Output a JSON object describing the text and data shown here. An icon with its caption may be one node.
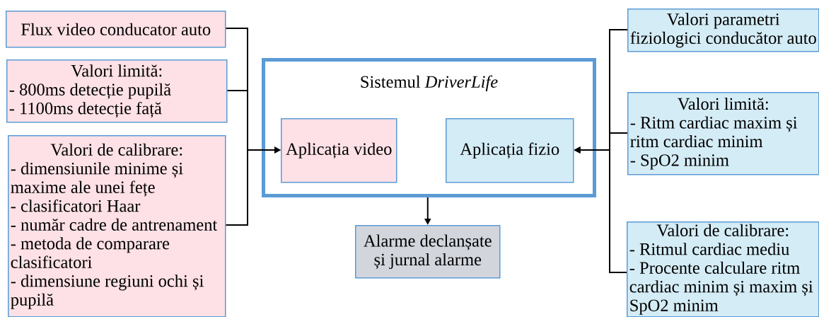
{
  "diagram": {
    "nodes": [
      {
        "text": [
          "Flux video conducator auto"
        ]
      },
      {
        "text": [
          "Valori limită:",
          "- 800ms detecție pupilă",
          "- 1100ms detecție față"
        ]
      },
      {
        "text": [
          "Valori de calibrare:",
          "- dimensiunile minime și maxime ale unei fețe",
          "- clasificatori Haar",
          "- număr cadre de antrenament",
          "- metoda de comparare clasificatori",
          "- dimensiune regiuni ochi și pupilă"
        ]
      },
      {
        "text": [
          "Sistemul *DriverLife*"
        ]
      },
      {
        "text": [
          "Aplicația  video"
        ],
        "in": 3
      },
      {
        "text": [
          "Aplicația  fizio"
        ],
        "in": 3
      },
      {
        "text": [
          "Alarme declanșate și jurnal alarme"
        ]
      },
      {
        "text": [
          "Valori parametri fiziologici conducător auto"
        ]
      },
      {
        "text": [
          "Valori  limită:",
          "- Ritm cardiac maxim și ritm cardiac minim",
          "- SpO2 minim"
        ]
      },
      {
        "text": [
          "Valori  de calibrare:",
          "- Ritmul cardiac mediu",
          "- Procente calculare ritm cardiac minim și maxim și SpO2 minim"
        ]
      }
    ],
    "edges": [
      {
        "from": 0,
        "to": 4,
        "arrow": "to"
      },
      {
        "from": 1,
        "to": 4,
        "arrow": "to"
      },
      {
        "from": 2,
        "to": 4,
        "arrow": "to"
      },
      {
        "from": 7,
        "to": 5,
        "arrow": "to"
      },
      {
        "from": 8,
        "to": 5,
        "arrow": "to"
      },
      {
        "from": 9,
        "to": 5,
        "arrow": "to"
      },
      {
        "from": 3,
        "to": 6,
        "arrow": "to"
      }
    ]
  }
}
